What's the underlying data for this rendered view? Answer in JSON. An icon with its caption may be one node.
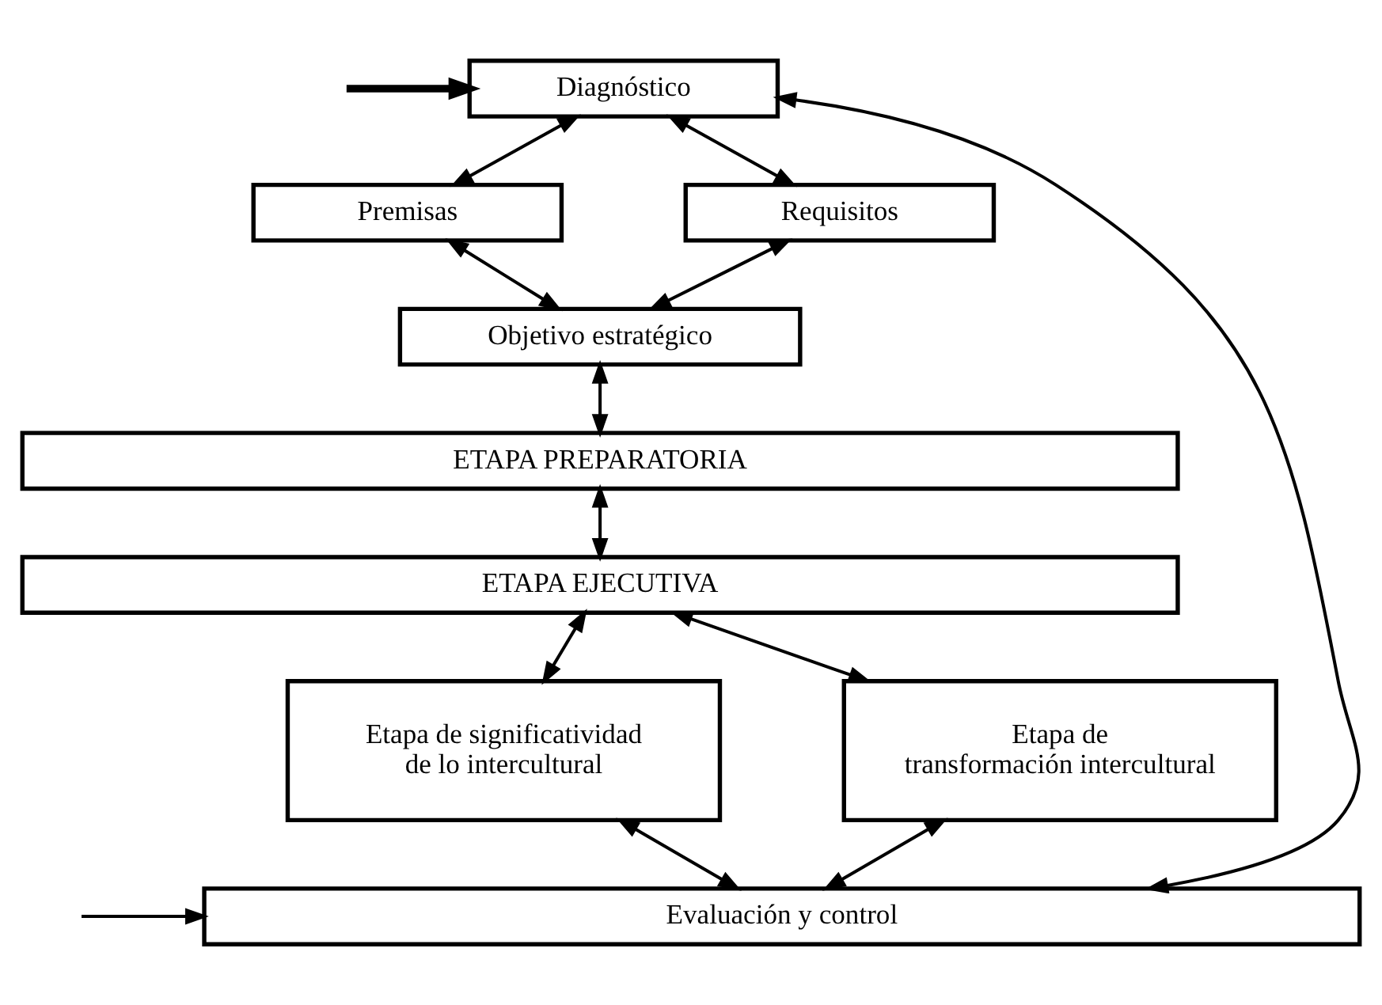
{
  "diagram": {
    "nodes": [
      {
        "text": [
          "Diagnóstico"
        ]
      },
      {
        "text": [
          "Premisas"
        ]
      },
      {
        "text": [
          "Requisitos"
        ]
      },
      {
        "text": [
          "Objetivo estratégico"
        ]
      },
      {
        "text": [
          "ETAPA PREPARATORIA"
        ]
      },
      {
        "text": [
          "ETAPA EJECUTIVA"
        ]
      },
      {
        "text": [
          "Etapa de significatividad de lo intercultural"
        ]
      },
      {
        "text": [
          "Etapa de transformación intercultural"
        ]
      },
      {
        "text": [
          "Evaluación y control"
        ]
      }
    ],
    "edges": [
      {
        "from": 0,
        "to": 1,
        "arrow": "both"
      },
      {
        "from": 0,
        "to": 2,
        "arrow": "both"
      },
      {
        "from": 1,
        "to": 3,
        "arrow": "both"
      },
      {
        "from": 2,
        "to": 3,
        "arrow": "both"
      },
      {
        "from": 3,
        "to": 4,
        "arrow": "both"
      },
      {
        "from": 4,
        "to": 5,
        "arrow": "both"
      },
      {
        "from": 5,
        "to": 6,
        "arrow": "both"
      },
      {
        "from": 5,
        "to": 7,
        "arrow": "both"
      },
      {
        "from": 6,
        "to": 8,
        "arrow": "both"
      },
      {
        "from": 7,
        "to": 8,
        "arrow": "both"
      },
      {
        "from": 8,
        "to": 0,
        "arrow": "both"
      },
      {
        "from": null,
        "to": 0,
        "arrow": "to",
        "style": "thick"
      },
      {
        "from": null,
        "to": 8,
        "arrow": "to"
      }
    ]
  }
}
